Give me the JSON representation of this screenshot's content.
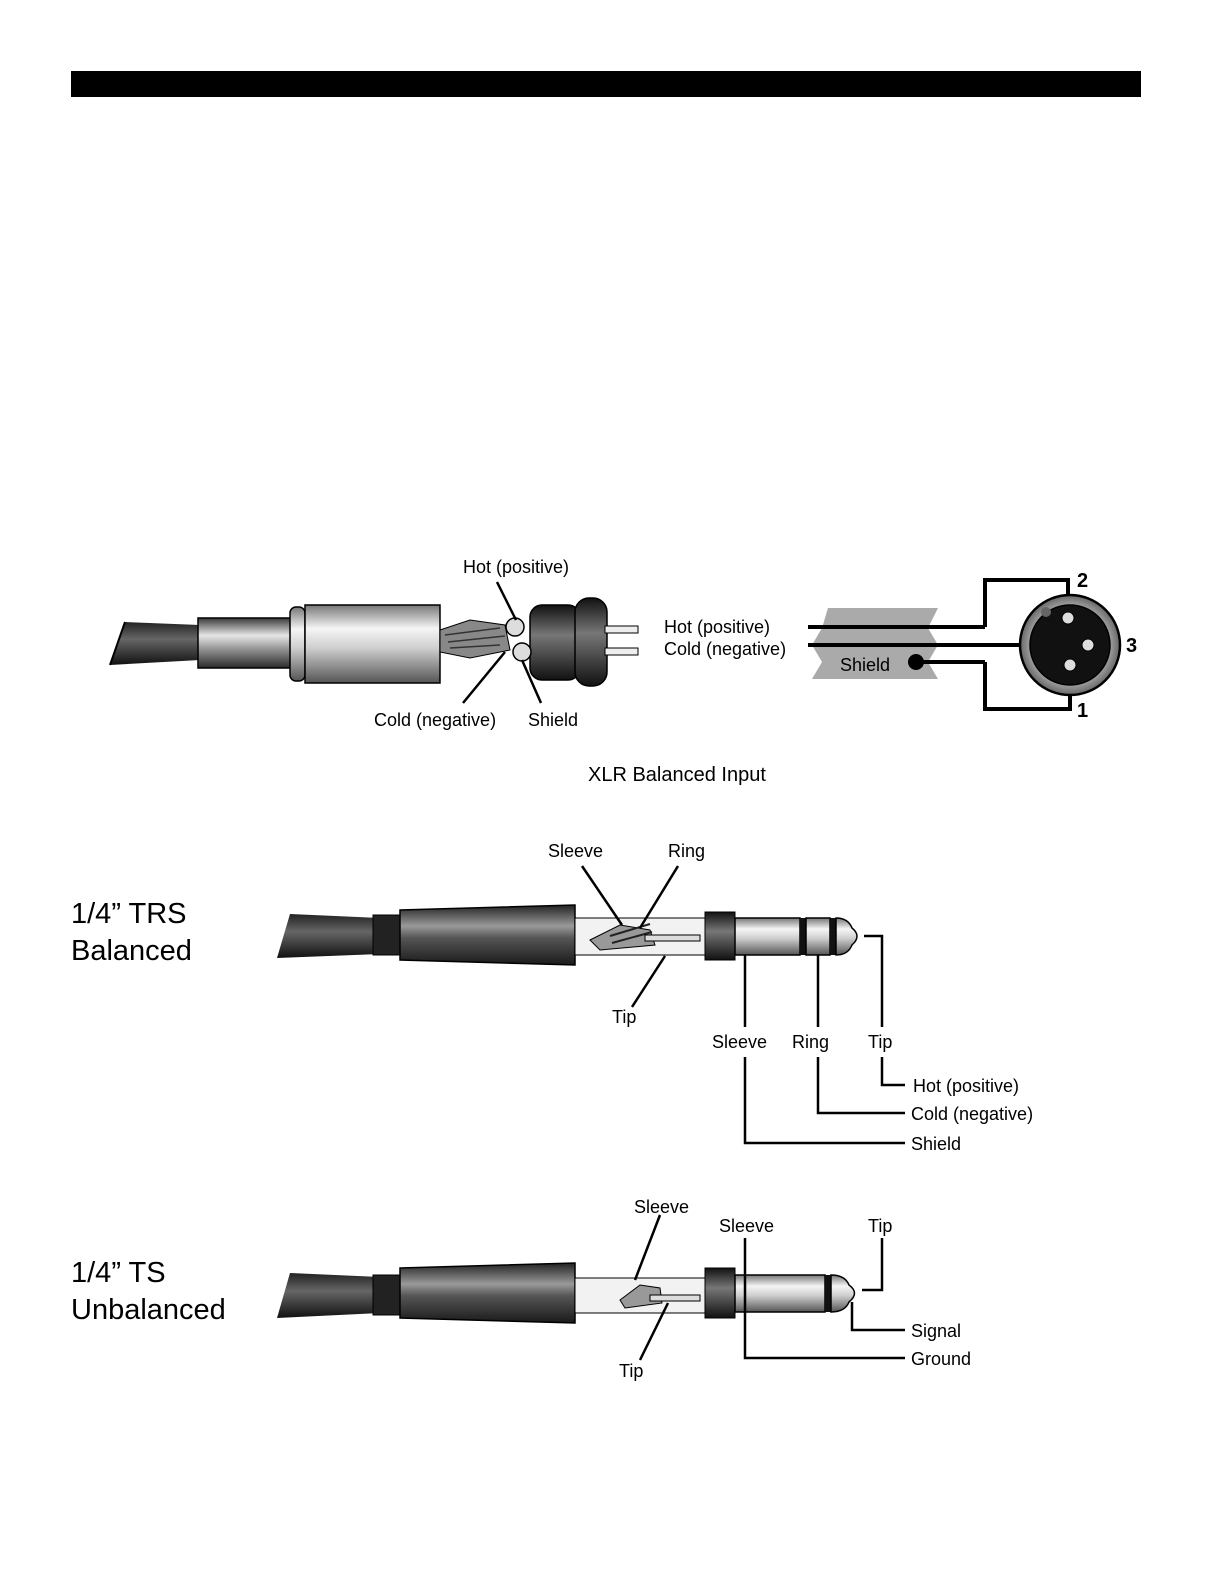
{
  "xlr": {
    "plug_labels": {
      "hot": "Hot (positive)",
      "cold": "Cold (negative)",
      "shield": "Shield"
    },
    "schematic": {
      "hot": "Hot (positive)",
      "cold": "Cold (negative)",
      "shield": "Shield",
      "pin_2": "2",
      "pin_3": "3",
      "pin_1": "1"
    },
    "caption": "XLR Balanced Input"
  },
  "trs": {
    "title_line1": "1/4” TRS",
    "title_line2": "Balanced",
    "plug_labels": {
      "sleeve": "Sleeve",
      "ring": "Ring",
      "tip": "Tip"
    },
    "contact_labels": {
      "sleeve": "Sleeve",
      "ring": "Ring",
      "tip": "Tip"
    },
    "wiring": {
      "hot": "Hot (positive)",
      "cold": "Cold (negative)",
      "shield": "Shield"
    }
  },
  "ts": {
    "title_line1": "1/4” TS",
    "title_line2": "Unbalanced",
    "plug_labels": {
      "sleeve": "Sleeve",
      "tip": "Tip"
    },
    "contact_labels": {
      "sleeve": "Sleeve",
      "tip": "Tip"
    },
    "wiring": {
      "signal": "Signal",
      "ground": "Ground"
    }
  }
}
